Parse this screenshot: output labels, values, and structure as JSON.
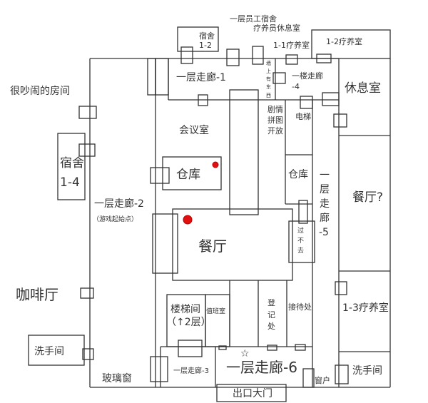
{
  "labels": {
    "staff_dorm": "一层员工宿舍",
    "nurse_lounge": "疗养员休息室",
    "dorm_1_2_a": "宿舍",
    "dorm_1_2_b": "1-2",
    "therapy_1_1": "1-1疗养室",
    "therapy_1_2": "1-2疗养室",
    "corridor_1": "一层走廊-1",
    "wall_note": [
      "墙",
      "上",
      "有",
      "东",
      "西"
    ],
    "corridor_4_a": "一楼走廊",
    "corridor_4_b": "-4",
    "lounge": "休息室",
    "noisy_room": "很吵闹的房间",
    "meeting_room": "会议室",
    "plot_puzzle": [
      "剧情",
      "拼图",
      "开放"
    ],
    "elevator": "电梯",
    "dorm_1_4_a": "宿舍",
    "dorm_1_4_b": "1-4",
    "storage": "仓库",
    "storage_2": "仓库",
    "corridor_5": [
      "一",
      "层",
      "走",
      "廊",
      "-5"
    ],
    "restaurant_q": "餐厅?",
    "corridor_2": "一层走廊-2",
    "start_point": "（游戏起始点）",
    "restaurant": "餐厅",
    "blocked": [
      "过",
      "不",
      "去"
    ],
    "cafe": "咖啡厅",
    "stairwell_a": "楼梯间",
    "stairwell_b": "（↑2层）",
    "duty_room": "值班室",
    "registration": [
      "登",
      "记",
      "处"
    ],
    "reception": "接待处",
    "therapy_1_3": "1-3疗养室",
    "restroom_left": "洗手间",
    "restroom_right": "洗手间",
    "corridor_3": "一层走廊-3",
    "corridor_6": "一层走廊-6",
    "star": "☆",
    "window": "窗户",
    "glass_window": "玻璃窗",
    "exit": "出口大门"
  },
  "colors": {
    "marker": "#e01010",
    "lines": "#333333"
  }
}
